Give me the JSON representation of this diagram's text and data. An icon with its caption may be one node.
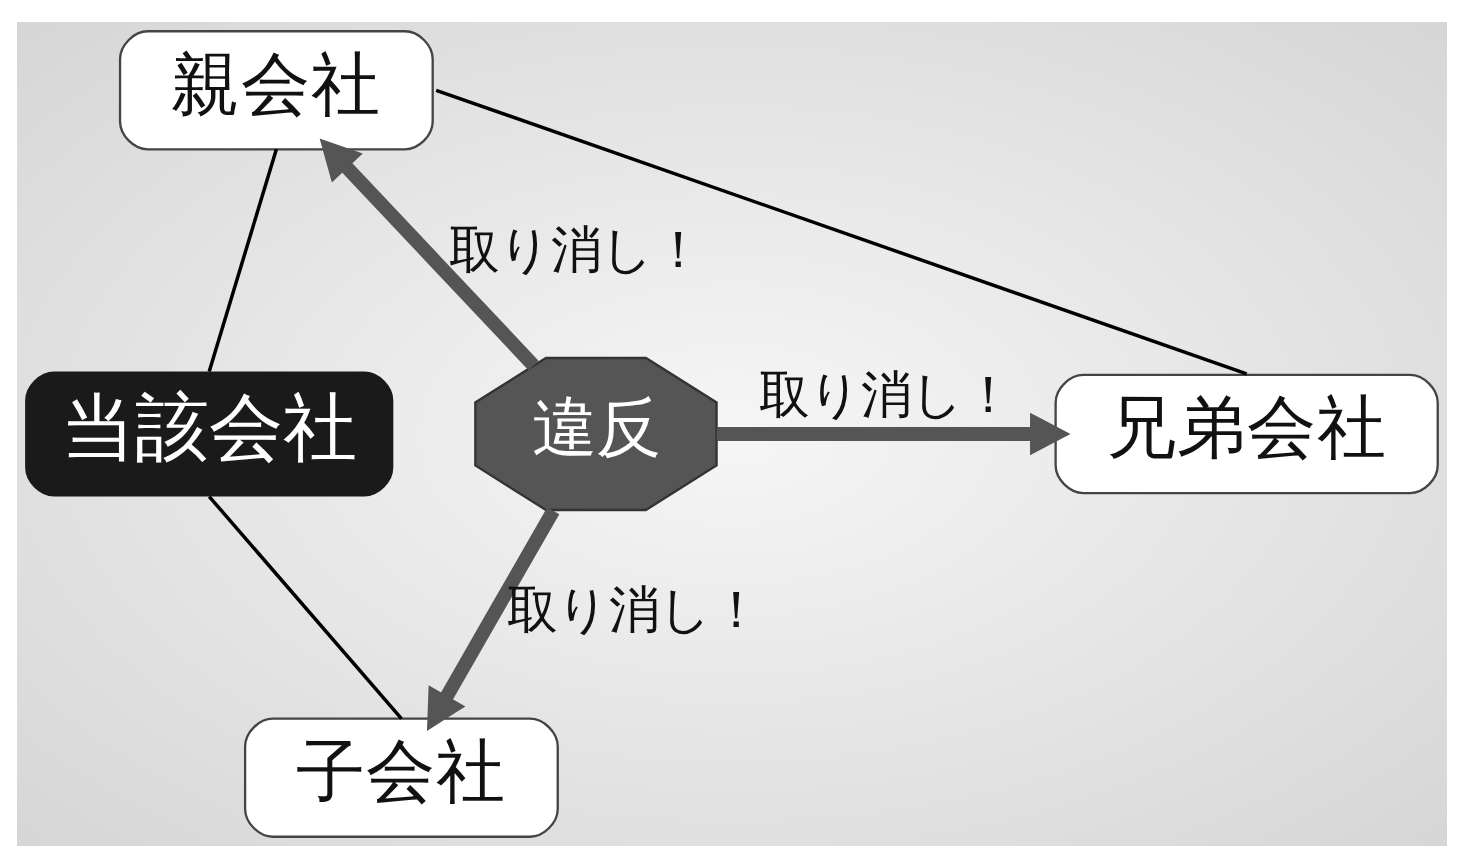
{
  "diagram": {
    "nodes": [
      {
        "text": [
          "親会社"
        ]
      },
      {
        "text": [
          "当該会社"
        ]
      },
      {
        "text": [
          "違反"
        ]
      },
      {
        "text": [
          "兄弟会社"
        ]
      },
      {
        "text": [
          "子会社"
        ]
      }
    ],
    "edges": [
      {
        "from": 2,
        "to": 0,
        "arrow": "to",
        "label": "取り消し！",
        "style": "thick",
        "color": "#555555"
      },
      {
        "from": 2,
        "to": 3,
        "arrow": "to",
        "label": "取り消し！",
        "style": "thick",
        "color": "#555555"
      },
      {
        "from": 2,
        "to": 4,
        "arrow": "to",
        "label": "取り消し！",
        "style": "thick",
        "color": "#555555"
      },
      {
        "from": 0,
        "to": 1,
        "arrow": "none"
      },
      {
        "from": 1,
        "to": 4,
        "arrow": "none"
      },
      {
        "from": 0,
        "to": 3,
        "arrow": "none"
      }
    ]
  }
}
